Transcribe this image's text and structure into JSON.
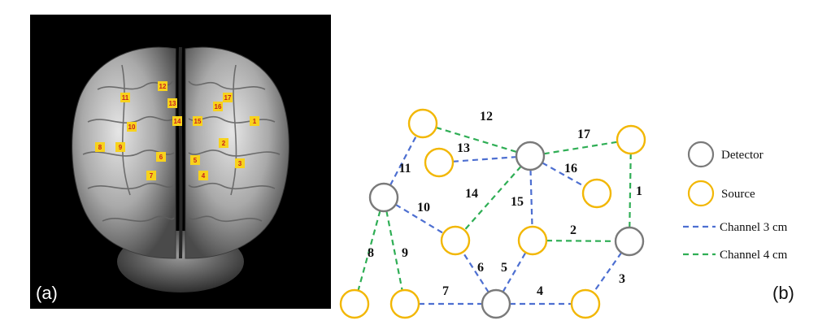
{
  "colors": {
    "detector": "#7a7a7a",
    "source": "#f2b705",
    "channel_3cm": "#4d6fd1",
    "channel_4cm": "#2fae55",
    "marker_fill": "#f7d21c",
    "marker_text": "#c81e1e"
  },
  "panel_a": {
    "label": "(a)",
    "image": "3D rendered brain, frontal view, on black background",
    "markers": [
      "12",
      "11",
      "13",
      "17",
      "16",
      "1",
      "10",
      "14",
      "15",
      "8",
      "9",
      "2",
      "6",
      "5",
      "3",
      "7",
      "4"
    ]
  },
  "panel_b": {
    "label": "(b)",
    "legend": {
      "detector": "Detector",
      "source": "Source",
      "channel_3cm": "Channel 3 cm",
      "channel_4cm": "Channel 4 cm"
    },
    "nodes": [
      {
        "id": "S_top",
        "type": "source"
      },
      {
        "id": "S_13",
        "type": "source"
      },
      {
        "id": "D_top",
        "type": "detector"
      },
      {
        "id": "S_topright",
        "type": "source"
      },
      {
        "id": "S_16",
        "type": "source"
      },
      {
        "id": "D_left",
        "type": "detector"
      },
      {
        "id": "S_mid",
        "type": "source"
      },
      {
        "id": "S_center",
        "type": "source"
      },
      {
        "id": "D_right",
        "type": "detector"
      },
      {
        "id": "S_botleft",
        "type": "source"
      },
      {
        "id": "S_bot9",
        "type": "source"
      },
      {
        "id": "D_bottom",
        "type": "detector"
      },
      {
        "id": "S_botright",
        "type": "source"
      }
    ],
    "channels": [
      {
        "label": "1",
        "from": "S_topright",
        "to": "D_right",
        "type": "4cm"
      },
      {
        "label": "2",
        "from": "S_center",
        "to": "D_right",
        "type": "4cm"
      },
      {
        "label": "3",
        "from": "D_right",
        "to": "S_botright",
        "type": "3cm"
      },
      {
        "label": "4",
        "from": "D_bottom",
        "to": "S_botright",
        "type": "3cm"
      },
      {
        "label": "5",
        "from": "D_bottom",
        "to": "S_center",
        "type": "3cm"
      },
      {
        "label": "6",
        "from": "D_bottom",
        "to": "S_mid",
        "type": "3cm"
      },
      {
        "label": "7",
        "from": "S_bot9",
        "to": "D_bottom",
        "type": "3cm"
      },
      {
        "label": "8",
        "from": "D_left",
        "to": "S_botleft",
        "type": "4cm"
      },
      {
        "label": "9",
        "from": "D_left",
        "to": "S_bot9",
        "type": "4cm"
      },
      {
        "label": "10",
        "from": "D_left",
        "to": "S_mid",
        "type": "3cm"
      },
      {
        "label": "11",
        "from": "D_left",
        "to": "S_top",
        "type": "3cm"
      },
      {
        "label": "12",
        "from": "S_top",
        "to": "D_top",
        "type": "4cm"
      },
      {
        "label": "13",
        "from": "S_13",
        "to": "D_top",
        "type": "3cm"
      },
      {
        "label": "14",
        "from": "D_top",
        "to": "S_mid",
        "type": "4cm"
      },
      {
        "label": "15",
        "from": "D_top",
        "to": "S_center",
        "type": "3cm"
      },
      {
        "label": "16",
        "from": "D_top",
        "to": "S_16",
        "type": "3cm"
      },
      {
        "label": "17",
        "from": "D_top",
        "to": "S_topright",
        "type": "4cm"
      }
    ]
  }
}
